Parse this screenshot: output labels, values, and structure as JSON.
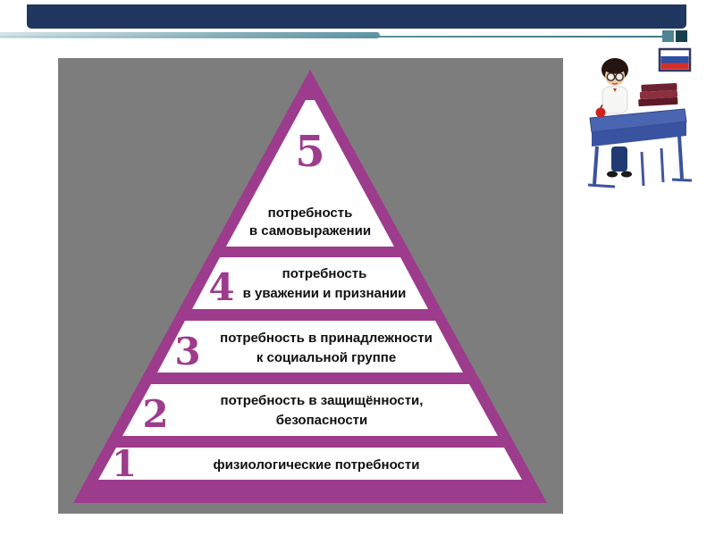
{
  "header": {
    "bar_color": "#20375f"
  },
  "accents": {
    "teal_square": "#4e8494",
    "dark_teal_square": "#173f4d"
  },
  "pyramid": {
    "panel_bg": "#7d7d7d",
    "color": "#9d3b8d",
    "band_color": "#ffffff",
    "levels": [
      {
        "number": "5",
        "lines": [
          "потребность",
          "в самовыражении"
        ]
      },
      {
        "number": "4",
        "lines": [
          "потребность",
          "в уважении и признании"
        ]
      },
      {
        "number": "3",
        "lines": [
          "потребность в принадлежности",
          "к социальной группе"
        ]
      },
      {
        "number": "2",
        "lines": [
          "потребность в защищённости,",
          "безопасности"
        ]
      },
      {
        "number": "1",
        "lines": [
          "физиологические потребности"
        ]
      }
    ]
  },
  "illustration": {
    "subject": "schoolboy-at-desk",
    "flag": "flag-of-russia"
  }
}
